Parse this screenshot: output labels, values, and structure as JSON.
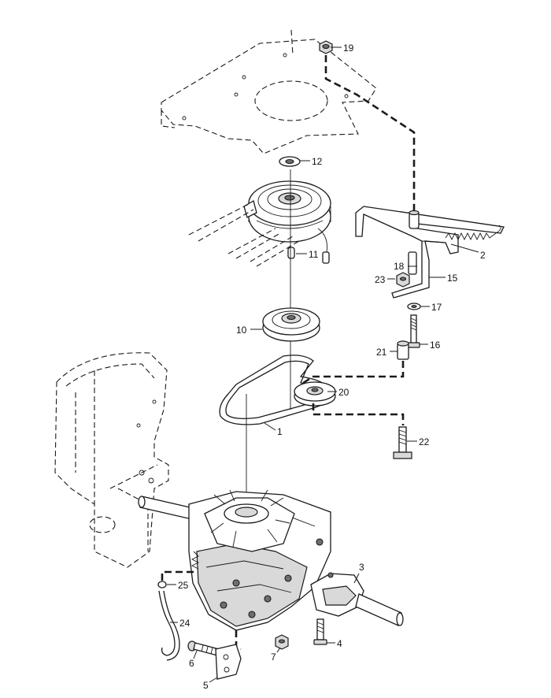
{
  "callouts": [
    {
      "id": "p1",
      "label": "1"
    },
    {
      "id": "p2",
      "label": "2"
    },
    {
      "id": "p3",
      "label": "3"
    },
    {
      "id": "p4",
      "label": "4"
    },
    {
      "id": "p5",
      "label": "5"
    },
    {
      "id": "p6",
      "label": "6"
    },
    {
      "id": "p7",
      "label": "7"
    },
    {
      "id": "p10",
      "label": "10"
    },
    {
      "id": "p11",
      "label": "11"
    },
    {
      "id": "p12",
      "label": "12"
    },
    {
      "id": "p15",
      "label": "15"
    },
    {
      "id": "p16",
      "label": "16"
    },
    {
      "id": "p17",
      "label": "17"
    },
    {
      "id": "p18",
      "label": "18"
    },
    {
      "id": "p19",
      "label": "19"
    },
    {
      "id": "p20",
      "label": "20"
    },
    {
      "id": "p21",
      "label": "21"
    },
    {
      "id": "p22",
      "label": "22"
    },
    {
      "id": "p23",
      "label": "23"
    },
    {
      "id": "p24",
      "label": "24"
    },
    {
      "id": "p25",
      "label": "25"
    }
  ]
}
